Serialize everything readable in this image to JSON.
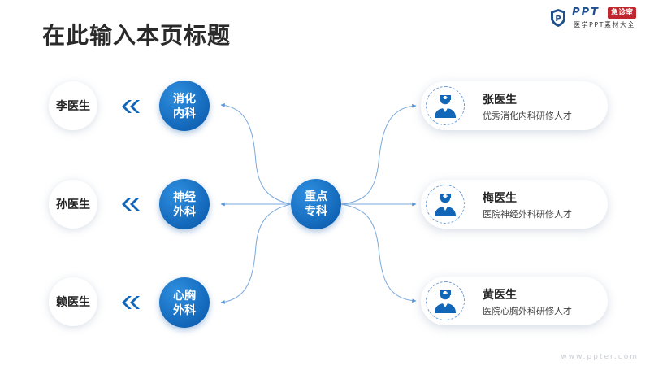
{
  "title": "在此输入本页标题",
  "logo": {
    "brand": "PPT",
    "badge": "急诊室",
    "subtitle": "医学PPT素材大全"
  },
  "center_node": {
    "label": "重点\n专科"
  },
  "departments": [
    {
      "label": "消化\n内科",
      "doctor": "李医生"
    },
    {
      "label": "神经\n外科",
      "doctor": "孙医生"
    },
    {
      "label": "心胸\n外科",
      "doctor": "赖医生"
    }
  ],
  "cards": [
    {
      "name": "张医生",
      "desc": "优秀消化内科研修人才"
    },
    {
      "name": "梅医生",
      "desc": "医院神经外科研修人才"
    },
    {
      "name": "黄医生",
      "desc": "医院心胸外科研修人才"
    }
  ],
  "watermark": "www.ppter.com",
  "colors": {
    "primary": "#1266b8",
    "line": "#6f9fd6",
    "title": "#2a2a2a"
  }
}
